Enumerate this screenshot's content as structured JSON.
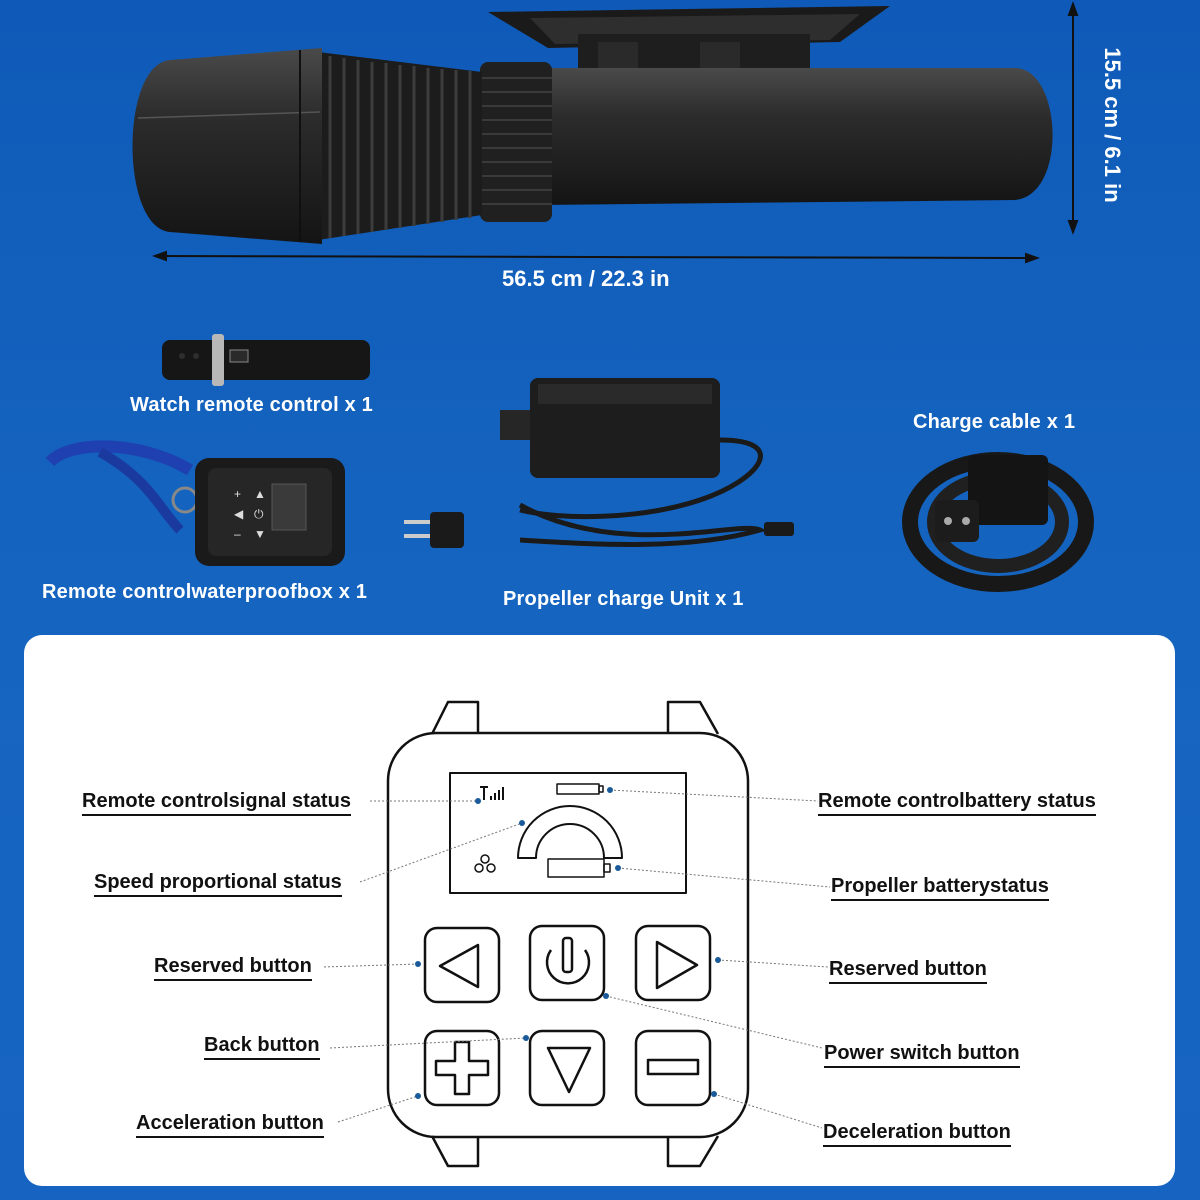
{
  "dimensions": {
    "length": "56.5 cm / 22.3 in",
    "height": "15.5 cm / 6.1 in"
  },
  "items": {
    "watch": "Watch remote control x 1",
    "box": "Remote controlwaterproofbox x 1",
    "charger": "Propeller charge Unit x 1",
    "cable": "Charge cable x 1"
  },
  "callouts": {
    "signal": "Remote controlsignal status",
    "speed": "Speed proportional status",
    "reserved_left": "Reserved button",
    "back": "Back button",
    "acceleration": "Acceleration button",
    "rc_battery": "Remote controlbattery status",
    "prop_battery": "Propeller batterystatus",
    "reserved_right": "Reserved button",
    "power": "Power switch button",
    "deceleration": "Deceleration button"
  },
  "colors": {
    "background": "#1565c0",
    "panel": "#ffffff",
    "dot": "#1a5a9a"
  }
}
